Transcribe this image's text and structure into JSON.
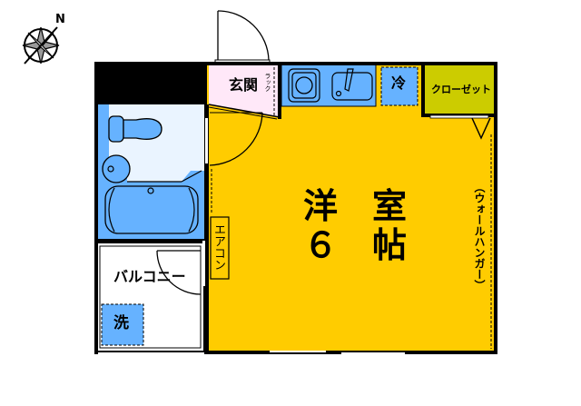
{
  "compass": {
    "label": "N"
  },
  "rooms": {
    "entrance": {
      "label": "玄関",
      "rack_label": "ラック"
    },
    "refrigerator": {
      "label": "冷"
    },
    "closet": {
      "label": "クローゼット"
    },
    "main_room": {
      "line1": "洋　室",
      "line2": "６　帖"
    },
    "aircon": {
      "label": "エアコン"
    },
    "wall_hanger": {
      "label": "（ウォールハンガー）"
    },
    "balcony": {
      "label": "バルコニー"
    },
    "washer": {
      "label": "洗"
    }
  },
  "colors": {
    "main_room": "#FFCC00",
    "wet_area": "#66B2FF",
    "bath_floor": "#EAF4FF",
    "entrance": "#FFE8F8",
    "closet": "#CCCC00",
    "wall": "#000000"
  }
}
